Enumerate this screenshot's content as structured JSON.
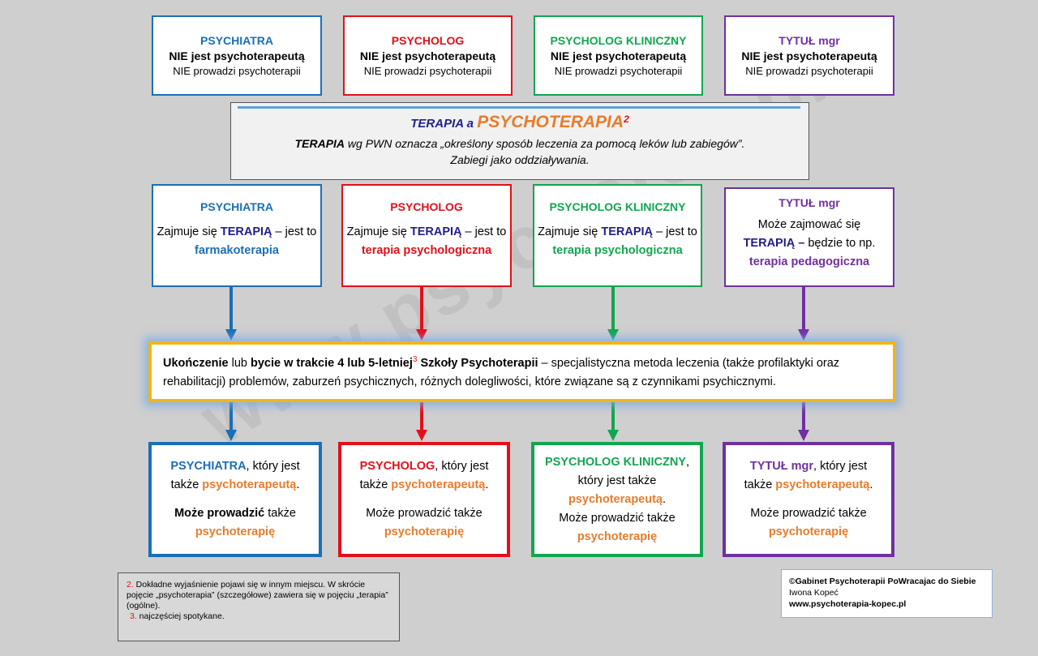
{
  "row1": [
    {
      "title": "PSYCHIATRA",
      "line1": "NIE jest psychoterapeutą",
      "line2": "NIE prowadzi psychoterapii",
      "color": "#1a6fb5"
    },
    {
      "title": "PSYCHOLOG",
      "line1": "NIE jest psychoterapeutą",
      "line2": "NIE prowadzi psychoterapii",
      "color": "#e3101a"
    },
    {
      "title": "PSYCHOLOG KLINICZNY",
      "line1": "NIE jest psychoterapeutą",
      "line2": "NIE prowadzi psychoterapii",
      "color": "#11a650"
    },
    {
      "title": "TYTUŁ mgr",
      "line1": "NIE jest psychoterapeutą",
      "line2": "NIE prowadzi psychoterapii",
      "color": "#7030a0"
    }
  ],
  "terapia": {
    "title_a": "TERAPIA a ",
    "title_b": "PSYCHOTERAPIA",
    "title_sup": "2",
    "line1_bold": "TERAPIA",
    "line1_rest": " wg PWN oznacza „określony sposób leczenia za pomocą leków lub zabiegów”.",
    "line2": "Zabiegi jako oddziaływania."
  },
  "row2": [
    {
      "title": "PSYCHIATRA",
      "pre": "Zajmuje się ",
      "mid": "TERAPIĄ",
      "post": " – jest to ",
      "term": "farmakoterapia"
    },
    {
      "title": "PSYCHOLOG",
      "pre": "Zajmuje się ",
      "mid": "TERAPIĄ",
      "post": " – jest to ",
      "term": "terapia psychologiczna"
    },
    {
      "title": "PSYCHOLOG KLINICZNY",
      "pre": "Zajmuje się ",
      "mid": "TERAPIĄ",
      "post": " – jest to ",
      "term": "terapia psychologiczna"
    },
    {
      "title": "TYTUŁ mgr",
      "pre": "Może zajmować się ",
      "mid": "TERAPIĄ –",
      "post": " będzie to np. ",
      "term": "terapia pedagogiczna"
    }
  ],
  "banner": {
    "b1": "Ukończenie",
    "t1": " lub ",
    "b2": "bycie w trakcie 4 lub 5-letniej",
    "sup": "3",
    "b3": " Szkoły Psychoterapii",
    "t2": " – specjalistyczna metoda leczenia (także profilaktyki oraz rehabilitacji) problemów, zaburzeń psychicznych, różnych dolegliwości, które związane są z czynnikami psychicznymi."
  },
  "row3": [
    {
      "title": "PSYCHIATRA",
      "after_title": ", który jest także ",
      "psy1": "psychoterapeutą",
      "dot": ".",
      "can": "Może prowadzić",
      "can_bold": true,
      "also": " także ",
      "psy2": "psychoterapię"
    },
    {
      "title": "PSYCHOLOG",
      "after_title": ", który jest także ",
      "psy1": "psychoterapeutą",
      "dot": ".",
      "can": "Może prowadzić",
      "can_bold": false,
      "also": " także ",
      "psy2": "psychoterapię"
    },
    {
      "title": "PSYCHOLOG KLINICZNY",
      "after_title": ", który jest także ",
      "psy1": "psychoterapeutą",
      "dot": ".",
      "can": "Może prowadzić",
      "can_bold": false,
      "also": " także ",
      "psy2": "psychoterapię"
    },
    {
      "title": "TYTUŁ mgr",
      "after_title": ", który jest także ",
      "psy1": "psychoterapeutą",
      "dot": ".",
      "can": "Może prowadzić",
      "can_bold": false,
      "also": " także ",
      "psy2": "psychoterapię"
    }
  ],
  "note": {
    "n2": "2.",
    "t2": " Dokładne wyjaśnienie pojawi się w innym miejscu. W skrócie pojęcie „psychoterapia” (szczegółowe) zawiera się w pojęciu „terapia” (ogólne).",
    "n3": "3.",
    "t3": " najczęściej spotykane."
  },
  "credit": {
    "line1": "©Gabinet Psychoterapii PoWracajac do Siebie",
    "line2": "Iwona Kopeć",
    "line3": "www.psychoterapia-kopec.pl"
  },
  "colors": {
    "orange": "#e87c2c",
    "navy": "#1f1f8c",
    "banner_border": "#f0b618"
  }
}
